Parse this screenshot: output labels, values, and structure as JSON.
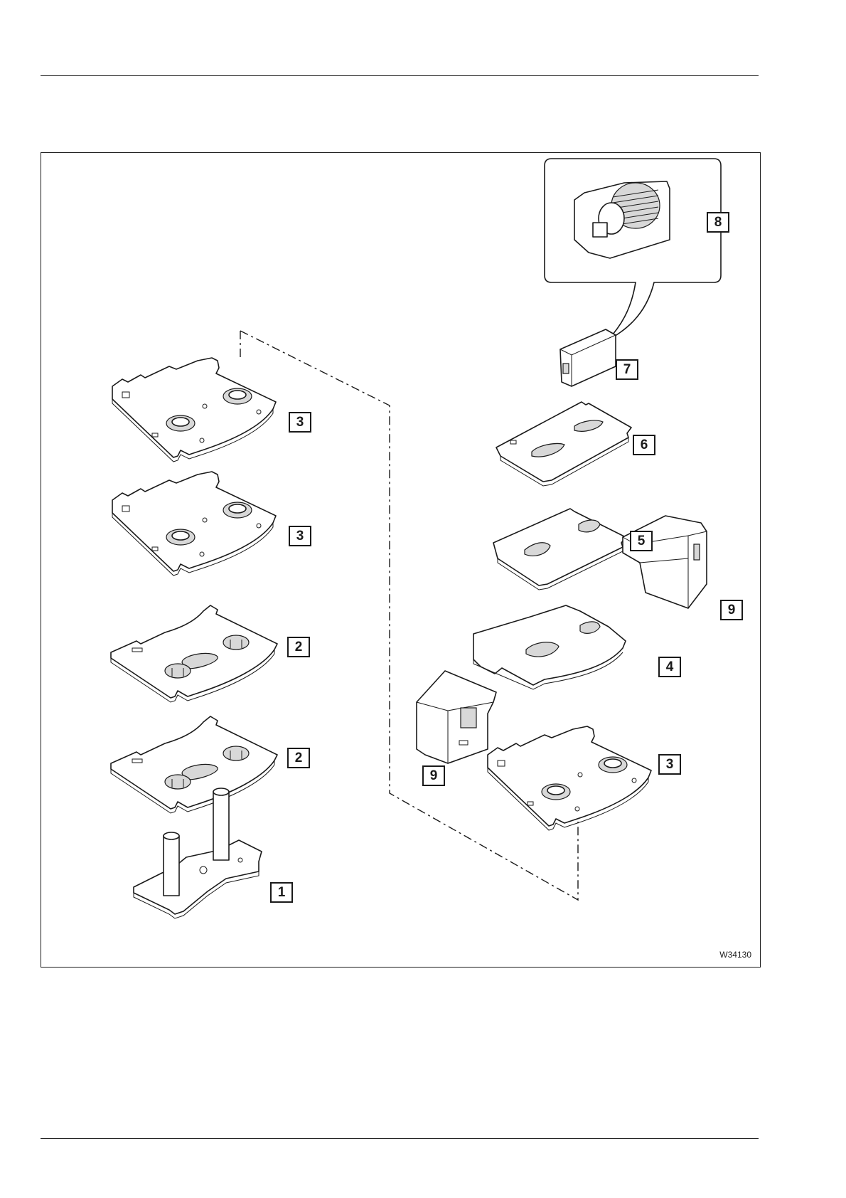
{
  "figure": {
    "code": "W34130",
    "callouts": [
      "8",
      "7",
      "3",
      "6",
      "3",
      "5",
      "9",
      "2",
      "4",
      "2",
      "9",
      "3",
      "1"
    ]
  }
}
